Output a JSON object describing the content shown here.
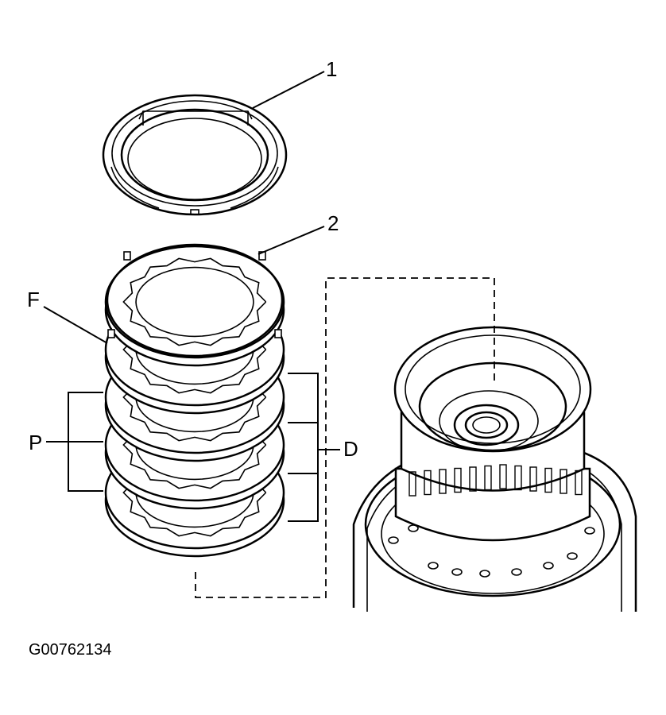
{
  "callouts": {
    "label_1": "1",
    "label_2": "2",
    "label_f": "F",
    "label_p": "P",
    "label_d": "D"
  },
  "figure_id": "G00762134",
  "colors": {
    "ink": "#000000",
    "background": "#ffffff"
  }
}
